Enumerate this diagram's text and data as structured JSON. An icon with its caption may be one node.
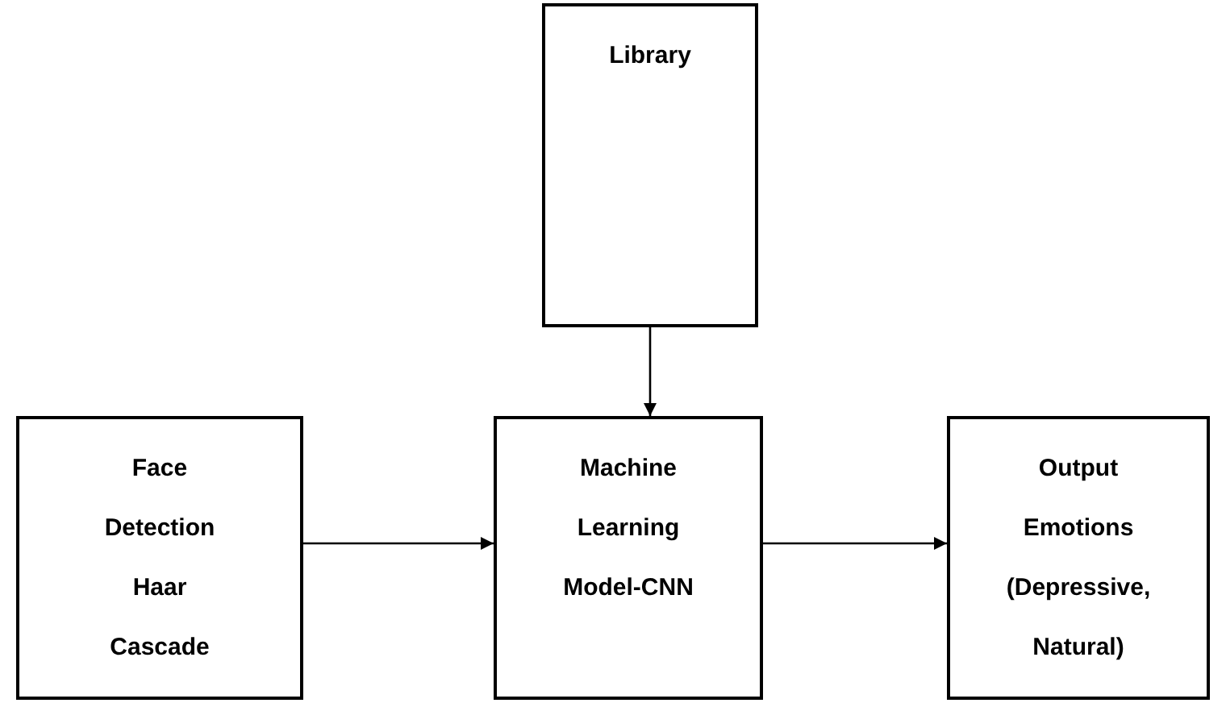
{
  "diagram": {
    "nodes": [
      {
        "text": [
          "Library"
        ]
      },
      {
        "text": [
          "Face Detection Haar Cascade"
        ]
      },
      {
        "text": [
          "Machine Learning Model-CNN"
        ]
      },
      {
        "text": [
          "Output Emotions (Depressive, Natural)"
        ]
      }
    ],
    "edges": [
      {
        "from": 0,
        "to": 2,
        "arrow": "to"
      },
      {
        "from": 1,
        "to": 2,
        "arrow": "to"
      },
      {
        "from": 2,
        "to": 3,
        "arrow": "to"
      }
    ]
  }
}
